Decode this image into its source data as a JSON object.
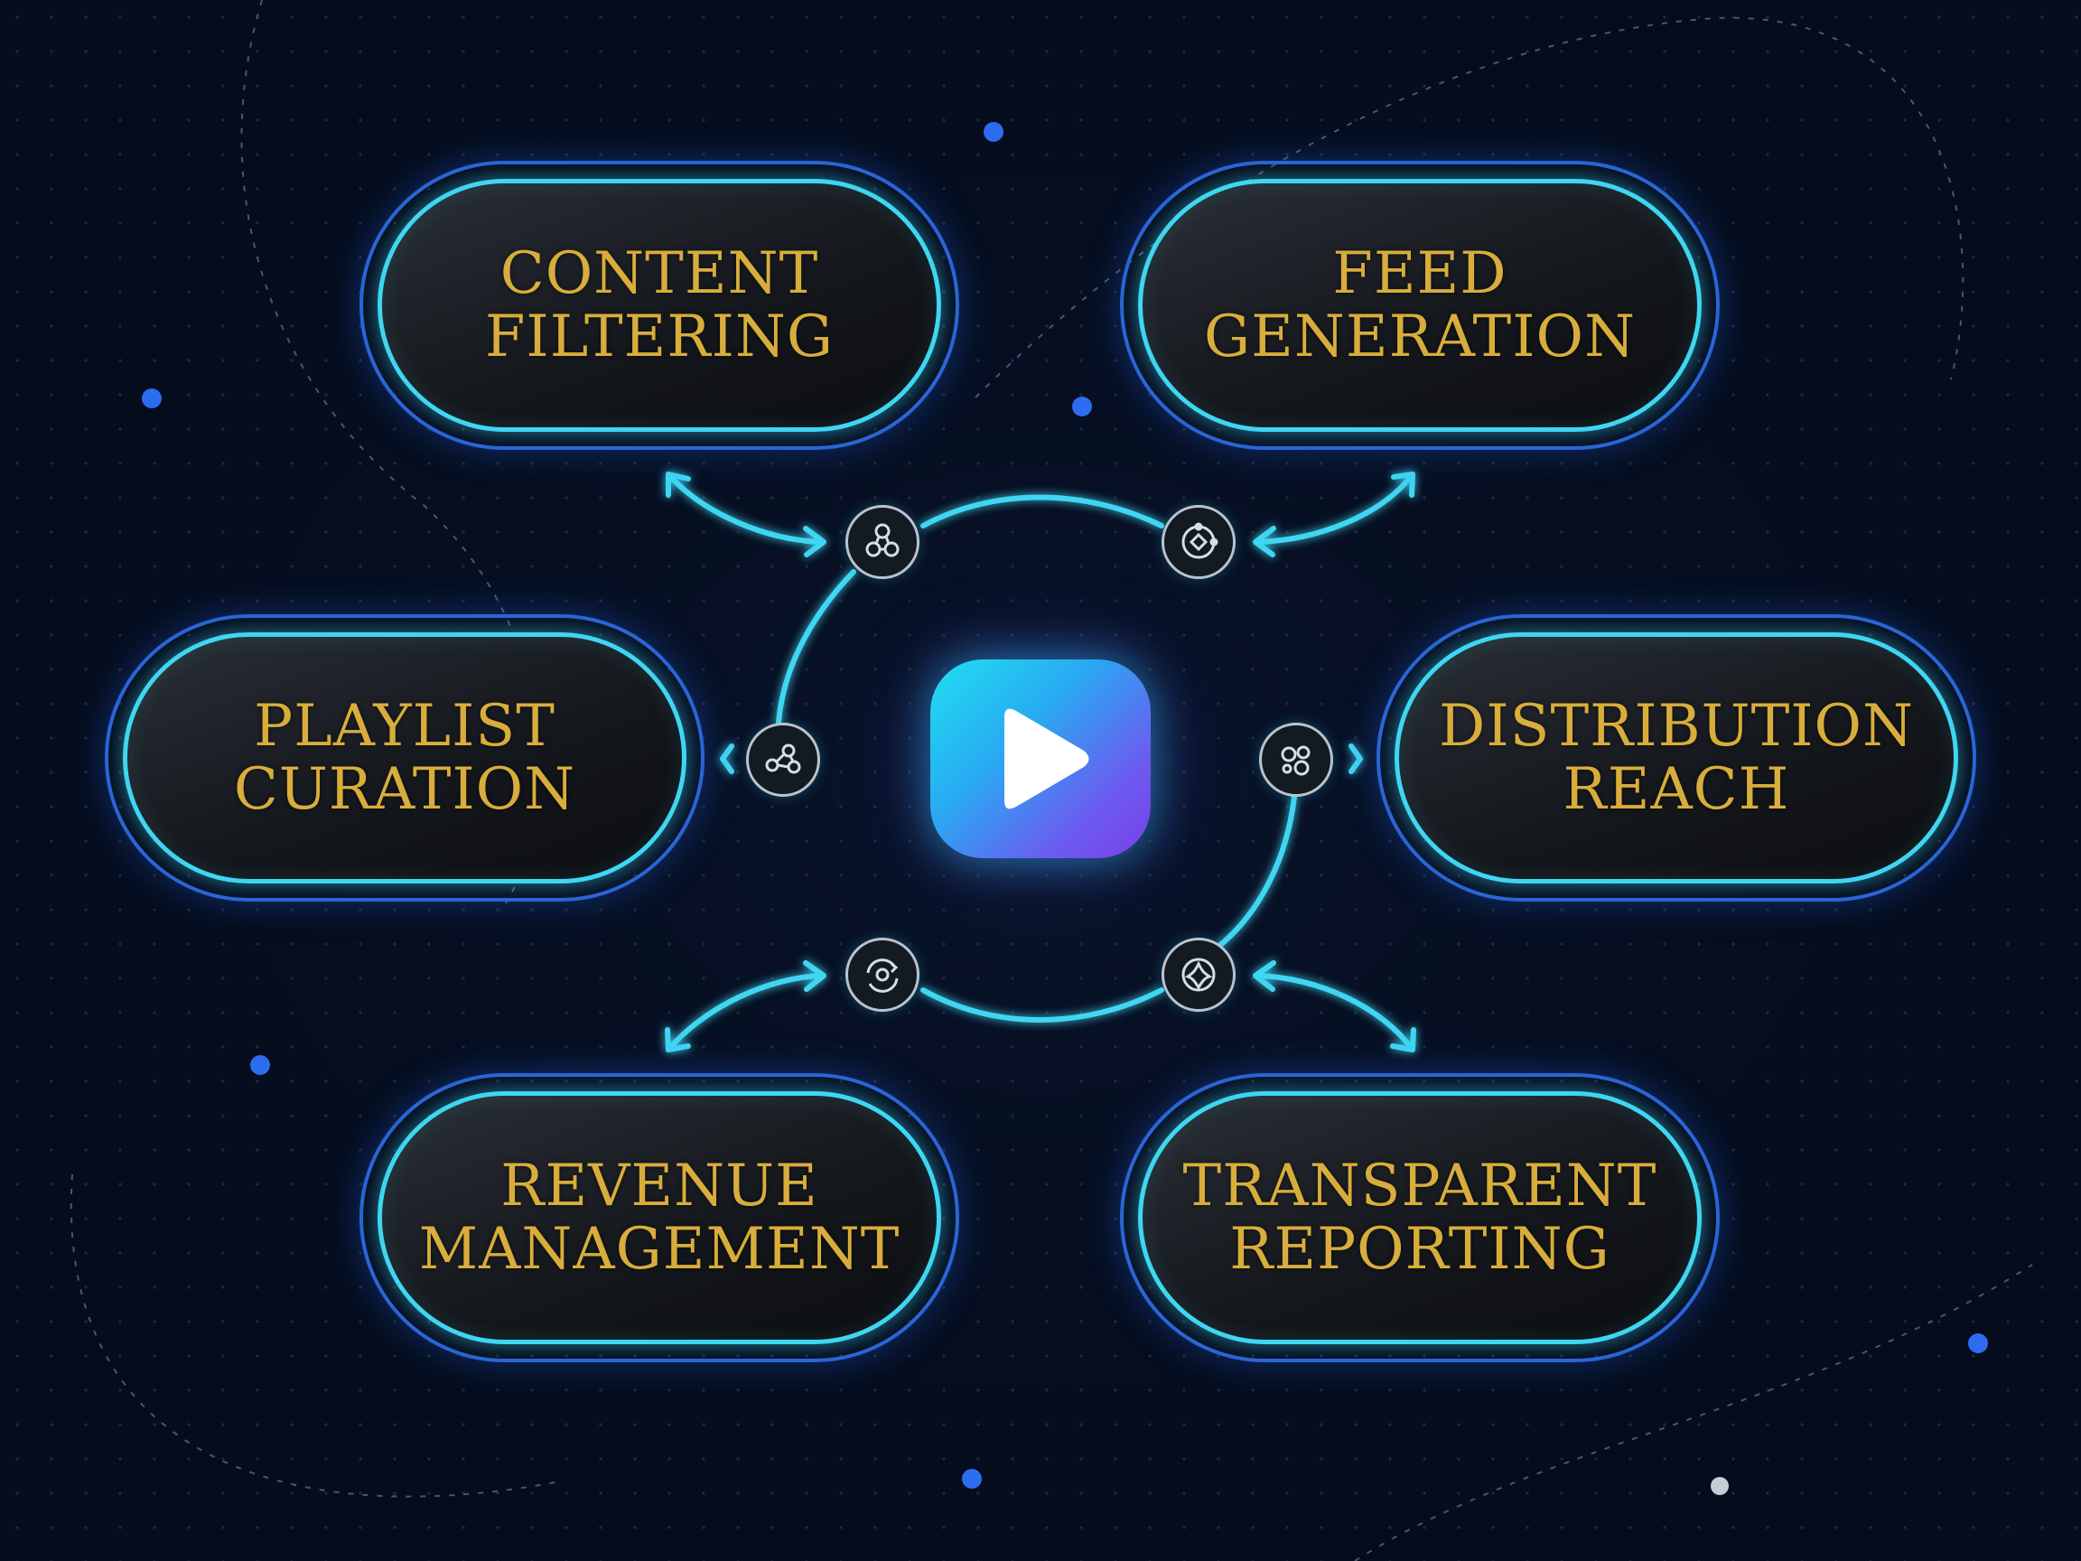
{
  "nodes": {
    "content_filtering": "CONTENT\nFILTERING",
    "feed_generation": "FEED\nGENERATION",
    "playlist_curation": "PLAYLIST\nCURATION",
    "distribution_reach": "DISTRIBUTION\nREACH",
    "revenue_management": "REVENUE\nMANAGEMENT",
    "transparent_reporting": "TRANSPARENT\nREPORTING"
  },
  "center": {
    "icon": "play-icon"
  },
  "connector_icons": [
    "network-icon",
    "ring-nodes-icon",
    "link-nodes-icon",
    "cluster-icon",
    "cycle-icon",
    "hub-icon"
  ],
  "colors": {
    "background": "#050d1e",
    "pill_outer_border": "#2b63d6",
    "pill_inner_border": "#3fd6f2",
    "label_gold": "#d8ad3b",
    "connector_cyan": "#3fd6f2",
    "accent_dot_blue": "#2d6cf0"
  }
}
